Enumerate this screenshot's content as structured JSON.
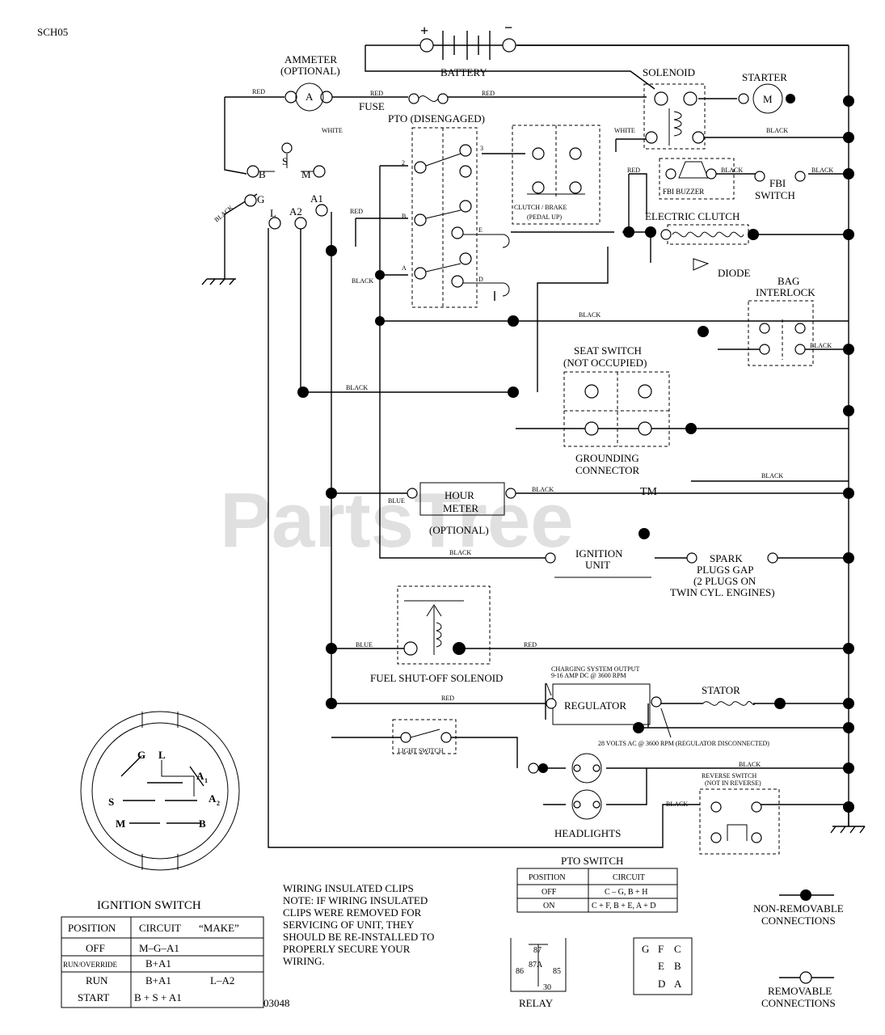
{
  "code_top": "SCH05",
  "code_bottom": "03048",
  "watermark": "PartsTree",
  "watermark_tm": "TM",
  "components": {
    "ammeter": "AMMETER",
    "ammeter_opt": "(OPTIONAL)",
    "ammeter_letter": "A",
    "battery": "BATTERY",
    "battery_plus": "+",
    "battery_minus": "−",
    "solenoid": "SOLENOID",
    "starter": "STARTER",
    "starter_letter": "M",
    "fuse": "FUSE",
    "pto": "PTO (DISENGAGED)",
    "clutch_brake_1": "CLUTCH / BRAKE",
    "clutch_brake_2": "(PEDAL UP)",
    "fbi_buzzer": "FBI BUZZER",
    "fbi_switch_1": "FBI",
    "fbi_switch_2": "SWITCH",
    "electric_clutch": "ELECTRIC CLUTCH",
    "diode": "DIODE",
    "bag_1": "BAG",
    "bag_2": "INTERLOCK",
    "seat_1": "SEAT SWITCH",
    "seat_2": "(NOT OCCUPIED)",
    "grounding_1": "GROUNDING",
    "grounding_2": "CONNECTOR",
    "hour_1": "HOUR",
    "hour_2": "METER",
    "hour_opt": "(OPTIONAL)",
    "ignition_1": "IGNITION",
    "ignition_2": "UNIT",
    "spark_1": "SPARK",
    "spark_2": "PLUGS GAP",
    "spark_3": "(2 PLUGS ON",
    "spark_4": "TWIN CYL. ENGINES)",
    "fuel": "FUEL SHUT-OFF SOLENOID",
    "charging_1": "CHARGING SYSTEM OUTPUT",
    "charging_2": "9-16 AMP DC @ 3600 RPM",
    "regulator": "REGULATOR",
    "stator": "STATOR",
    "volts": "28 VOLTS AC @ 3600 RPM (REGULATOR DISCONNECTED)",
    "light_switch": "LIGHT SWITCH",
    "headlights": "HEADLIGHTS",
    "reverse_1": "REVERSE SWITCH",
    "reverse_2": "(NOT IN REVERSE)",
    "relay": "RELAY"
  },
  "terminals": {
    "B": "B",
    "S": "S",
    "M": "M",
    "G": "G",
    "L": "L",
    "A1": "A1",
    "A2": "A2",
    "pto_1": "2",
    "pto_2": "3",
    "pto_3": "B",
    "pto_4": "E",
    "pto_5": "A",
    "pto_6": "D"
  },
  "wires": {
    "red": "RED",
    "white": "WHITE",
    "black": "BLACK",
    "blue": "BLUE"
  },
  "ignition_switch": {
    "title": "IGNITION SWITCH",
    "letters": {
      "G": "G",
      "L": "L",
      "A1": "A",
      "A1_sub": "1",
      "S": "S",
      "A2": "A",
      "A2_sub": "2",
      "M": "M",
      "B": "B"
    },
    "headers": [
      "POSITION",
      "CIRCUIT",
      "“MAKE”"
    ],
    "rows": [
      [
        "OFF",
        "M–G–A1",
        ""
      ],
      [
        "RUN/OVERRIDE",
        "B+A1",
        ""
      ],
      [
        "RUN",
        "B+A1",
        "L–A2"
      ],
      [
        "START",
        "B + S + A1",
        ""
      ]
    ]
  },
  "pto_switch": {
    "title": "PTO SWITCH",
    "headers": [
      "POSITION",
      "CIRCUIT"
    ],
    "rows": [
      [
        "OFF",
        "C – G, B + H"
      ],
      [
        "ON",
        "C + F, B + E, A + D"
      ]
    ]
  },
  "note": [
    "WIRING INSULATED CLIPS",
    "NOTE: IF WIRING INSULATED",
    "CLIPS WERE REMOVED FOR",
    "SERVICING OF UNIT, THEY",
    "SHOULD BE RE-INSTALLED TO",
    "PROPERLY SECURE YOUR",
    "WIRING."
  ],
  "relay_pins": {
    "p87": "87",
    "p87a": "87A",
    "p86": "86",
    "p85": "85",
    "p30": "30"
  },
  "pto_letters": [
    "G",
    "F",
    "C",
    "E",
    "B",
    "D",
    "A"
  ],
  "legend": {
    "non_removable_1": "NON-REMOVABLE",
    "non_removable_2": "CONNECTIONS",
    "removable_1": "REMOVABLE",
    "removable_2": "CONNECTIONS"
  }
}
